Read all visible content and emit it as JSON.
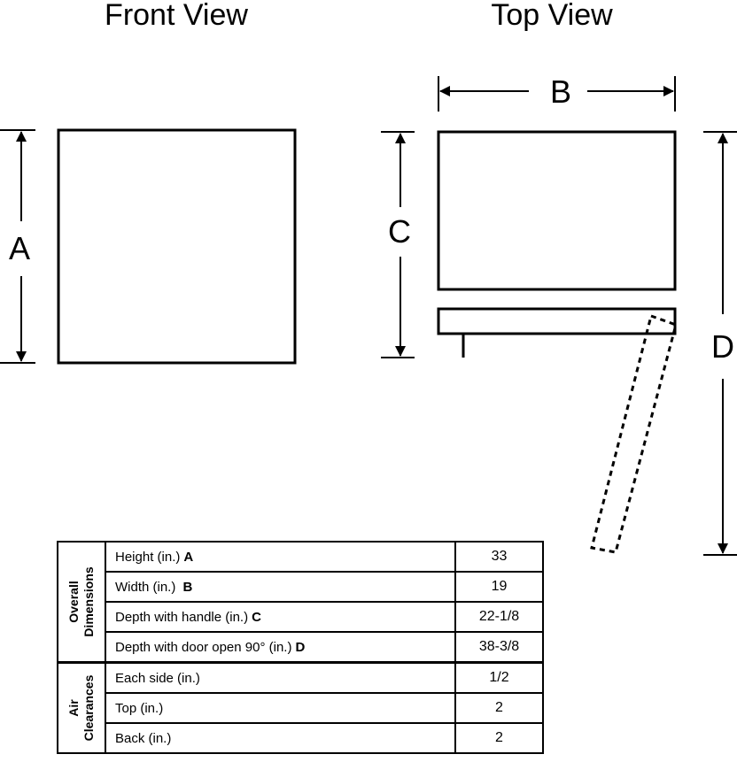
{
  "front_view": {
    "title": "Front View",
    "dim_a": "A"
  },
  "top_view": {
    "title": "Top View",
    "dim_b": "B",
    "dim_c": "C",
    "dim_d": "D"
  },
  "table": {
    "groups": [
      {
        "label_line1": "Overall",
        "label_line2": "Dimensions",
        "rows": [
          {
            "label": "Height  (in.)",
            "code": "A",
            "value": "33"
          },
          {
            "label": "Width (in.) ",
            "code": "B",
            "value": "19"
          },
          {
            "label": "Depth with handle  (in.)",
            "code": "C",
            "value": "22-1/8"
          },
          {
            "label": "Depth with door open 90° (in.)",
            "code": "D",
            "value": "38-3/8"
          }
        ]
      },
      {
        "label_line1": "Air",
        "label_line2": "Clearances",
        "rows": [
          {
            "label": "Each side (in.)",
            "code": "",
            "value": "1/2"
          },
          {
            "label": "Top (in.)",
            "code": "",
            "value": "2"
          },
          {
            "label": "Back (in.)",
            "code": "",
            "value": "2"
          }
        ]
      }
    ]
  }
}
